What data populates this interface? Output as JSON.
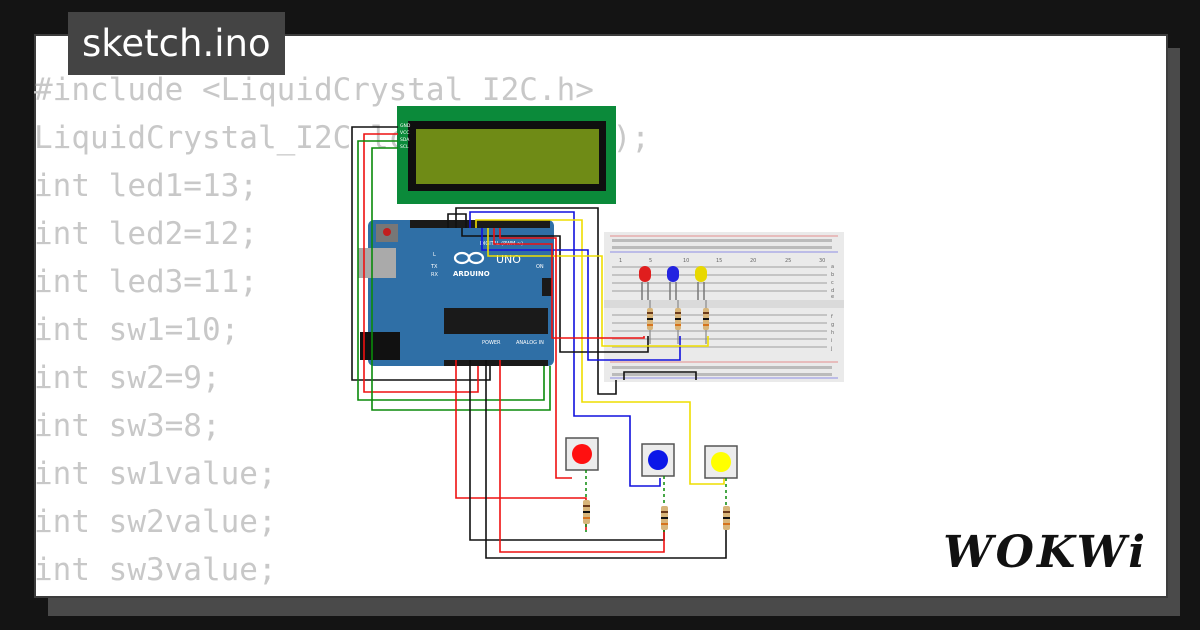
{
  "tab": {
    "filename": "sketch.ino"
  },
  "code": [
    "#include <LiquidCrystal_I2C.h>",
    "LiquidCrystal_I2C lcd(0x27,16,2);",
    "int led1=13;",
    "int led2=12;",
    "int led3=11;",
    "int sw1=10;",
    "int sw2=9;",
    "int sw3=8;",
    "int sw1value;",
    "int sw2value;",
    "int sw3value;"
  ],
  "board": {
    "brand": "ARDUINO",
    "model": "UNO",
    "digital_label": "DIGITAL (PWM ~)",
    "power_label": "POWER",
    "analog_label": "ANALOG IN",
    "on_label": "ON",
    "tx_label": "TX",
    "rx_label": "RX",
    "l_label": "L"
  },
  "breadboard": {
    "column_numbers": [
      "1",
      "5",
      "10",
      "15",
      "20",
      "25",
      "30"
    ],
    "row_letters_top": [
      "a",
      "b",
      "c",
      "d",
      "e"
    ],
    "row_letters_bottom": [
      "f",
      "g",
      "h",
      "i",
      "j"
    ]
  },
  "leds": [
    {
      "color": "#e01e1e"
    },
    {
      "color": "#2323e0"
    },
    {
      "color": "#e8d800"
    }
  ],
  "buttons": [
    {
      "color": "#ff1010"
    },
    {
      "color": "#0b17e8"
    },
    {
      "color": "#ffff00"
    }
  ],
  "lcd": {
    "pins": [
      "GND",
      "VCC",
      "SDA",
      "SCL"
    ]
  },
  "logo": {
    "text": "WOKWi"
  }
}
